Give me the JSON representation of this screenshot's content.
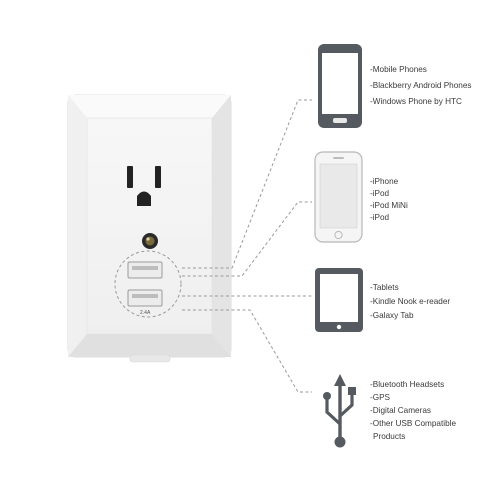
{
  "product": {
    "usb_rating_label": "2.4A"
  },
  "device_groups": [
    {
      "icon": "smartphone-icon",
      "items": [
        "-Mobile Phones",
        "-Blackberry Android Phones",
        "-Windows Phone by HTC"
      ]
    },
    {
      "icon": "iphone-icon",
      "items": [
        "-iPhone",
        "-iPod",
        "-iPod MiNi",
        "-iPod"
      ]
    },
    {
      "icon": "tablet-icon",
      "items": [
        "-Tablets",
        "-Kindle Nook e-reader",
        "-Galaxy Tab"
      ]
    },
    {
      "icon": "usb-icon",
      "items": [
        "-Bluetooth Headsets",
        "-GPS",
        "-Digital Cameras",
        "-Other USB Compatible",
        "Products"
      ]
    }
  ],
  "colors": {
    "icon_dark": "#555a60",
    "plate_face": "#f4f4f4",
    "plate_edge": "#e3e3e3",
    "dotted_line": "#9a9a9a",
    "screen_fill": "#e9e9e9"
  }
}
